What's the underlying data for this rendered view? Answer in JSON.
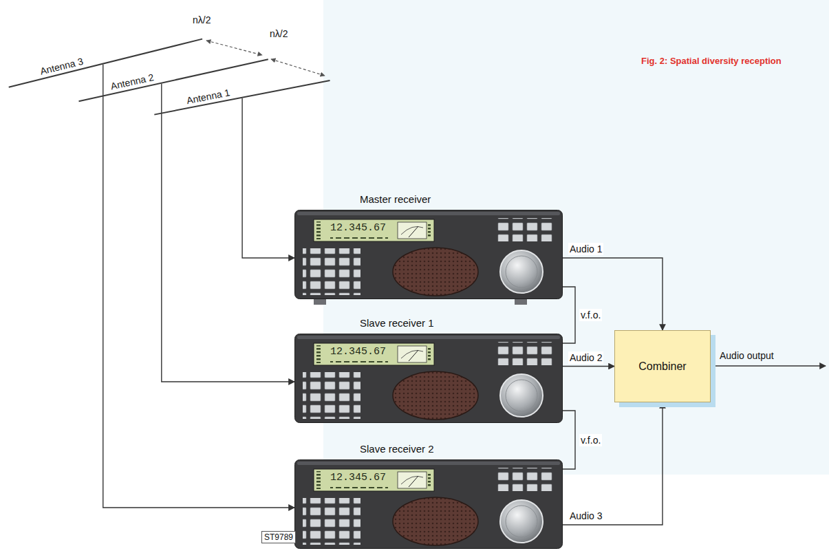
{
  "diagram": {
    "title": "Fig. 2: Spatial diversity reception",
    "nodes": [
      {
        "text": [
          "Antenna 3"
        ]
      },
      {
        "text": [
          "Antenna 2"
        ]
      },
      {
        "text": [
          "Antenna 1"
        ]
      },
      {
        "text": [
          "Master receiver",
          "12.345.67"
        ]
      },
      {
        "text": [
          "Slave receiver 1",
          "12.345.67"
        ]
      },
      {
        "text": [
          "Slave receiver 2",
          "12.345.67"
        ]
      },
      {
        "text": [
          "Combiner"
        ]
      }
    ],
    "edges": [
      {
        "from": 2,
        "to": 3,
        "arrow": "to"
      },
      {
        "from": 1,
        "to": 4,
        "arrow": "to"
      },
      {
        "from": 0,
        "to": 5,
        "arrow": "to"
      },
      {
        "from": 3,
        "to": 6,
        "label": "Audio 1",
        "arrow": "to"
      },
      {
        "from": 4,
        "to": 6,
        "label": "Audio 2",
        "arrow": "to"
      },
      {
        "from": 5,
        "to": 6,
        "label": "Audio 3",
        "arrow": "to"
      },
      {
        "from": 3,
        "to": 4,
        "label": "v.f.o.",
        "arrow": "none"
      },
      {
        "from": 4,
        "to": 5,
        "label": "v.f.o.",
        "arrow": "none"
      }
    ],
    "labels": [
      "nλ/2",
      "nλ/2",
      "Audio output",
      "ST9789"
    ]
  }
}
